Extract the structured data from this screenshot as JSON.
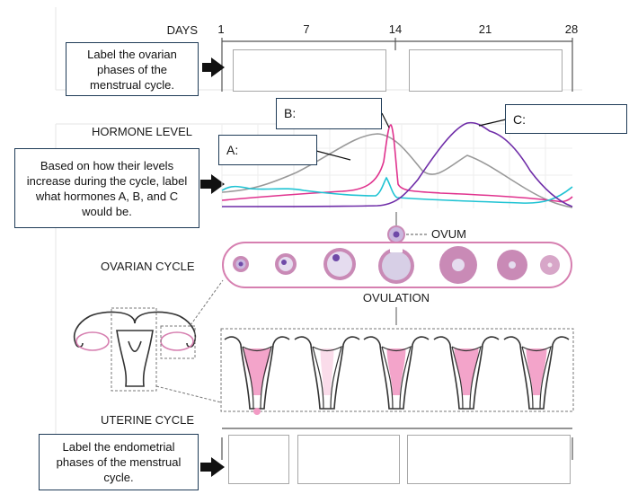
{
  "days_row": {
    "title": "DAYS",
    "ticks": [
      "1",
      "7",
      "14",
      "21",
      "28"
    ]
  },
  "section_labels": {
    "hormone_level": "HORMONE LEVEL",
    "ovarian_cycle": "OVARIAN CYCLE",
    "uterine_cycle": "UTERINE CYCLE",
    "ovum": "OVUM",
    "ovulation": "OVULATION"
  },
  "instructions": {
    "ovarian_phases": "Label the ovarian phases of the menstrual cycle.",
    "hormones": "Based on how their levels increase during the cycle, label what hormones A, B, and C would be.",
    "endometrial_phases": "Label the endometrial phases of the menstrual cycle."
  },
  "answer_boxes": {
    "a": "A:",
    "b": "B:",
    "c": "C:"
  },
  "colors": {
    "hormone_a": "#999999",
    "hormone_b": "#e0338e",
    "hormone_c": "#6f2da8",
    "fourth_curve": "#1fc3d3",
    "ovary_fill": "#c98ab6",
    "endometrium": "#f29ac4",
    "box_border": "#1f3b57"
  }
}
